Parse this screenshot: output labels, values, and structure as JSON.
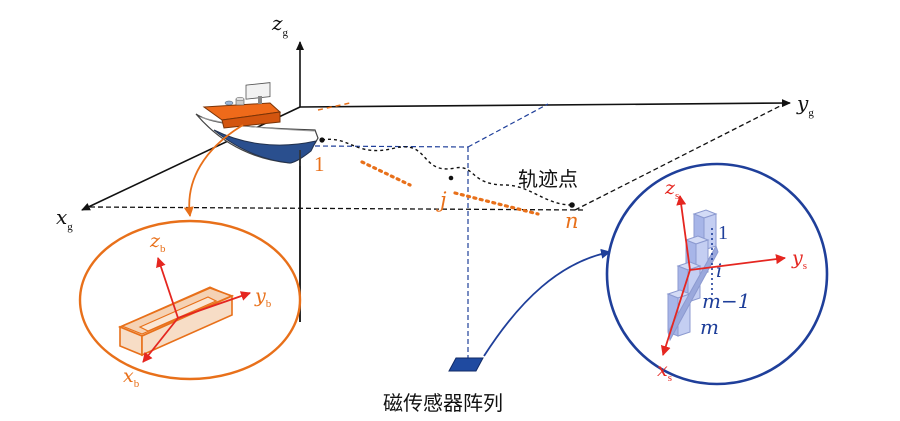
{
  "axes": {
    "x": {
      "letter": "x",
      "sub": "g"
    },
    "y": {
      "letter": "y",
      "sub": "g"
    },
    "z": {
      "letter": "z",
      "sub": "g"
    }
  },
  "trajectory": {
    "label": "轨迹点",
    "point_1": "1",
    "point_j": "j",
    "point_n": "n"
  },
  "body_frame": {
    "x": {
      "letter": "x",
      "sub": "b"
    },
    "y": {
      "letter": "y",
      "sub": "b"
    },
    "z": {
      "letter": "z",
      "sub": "b"
    }
  },
  "sensor_frame": {
    "x": {
      "letter": "x",
      "sub": "s"
    },
    "y": {
      "letter": "y",
      "sub": "s"
    },
    "z": {
      "letter": "z",
      "sub": "s"
    },
    "index_1": "1",
    "index_i": "i",
    "index_m_minus_1": "m−1",
    "index_m": "m"
  },
  "array_label": "磁传感器阵列",
  "colors": {
    "orange": "#e8701a",
    "blue": "#1f3f9a",
    "red": "#e52620",
    "black": "#111111",
    "sensor_fill": "#b8c4ef"
  }
}
